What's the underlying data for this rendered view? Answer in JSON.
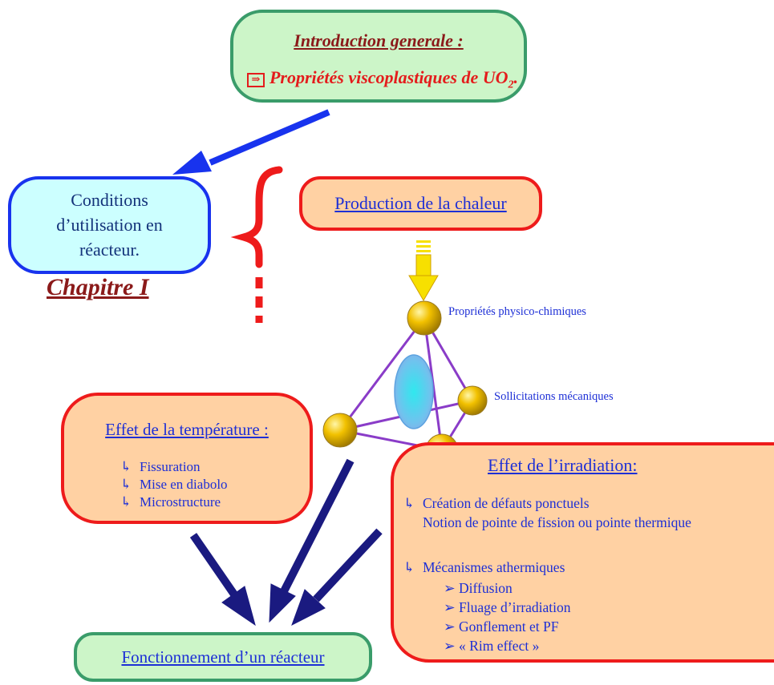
{
  "intro": {
    "title": "Introduction generale :",
    "subtitle_icon": "boxed-arrow-icon",
    "subtitle_main": "Propriétés viscoplastiques de UO",
    "subtitle_sub": "2",
    "subtitle_end": "."
  },
  "conditions": {
    "lines": [
      "Conditions",
      "d’utilisation en",
      "réacteur."
    ]
  },
  "chapter": "Chapitre I",
  "production": "Production de la chaleur",
  "vertex_labels": {
    "top": "Propriétés physico-chimiques",
    "right": "Sollicitations mécaniques"
  },
  "temperature": {
    "title": "Effet de la température :",
    "bullet_icon": "curved-arrow-bullet-icon",
    "bullet_glyph": "↳",
    "items": [
      "Fissuration",
      "Mise en diabolo",
      "Microstructure"
    ]
  },
  "irradiation": {
    "title": "Effet de l’irradiation:",
    "item1": "Création de défauts ponctuels",
    "item1_note": "Notion de pointe de fission ou pointe thermique",
    "item2": "Mécanismes athermiques",
    "subitem_glyph": "➢",
    "subitems": [
      "Diffusion",
      "Fluage d’irradiation",
      "Gonflement et PF",
      "« Rim effect »"
    ]
  },
  "fonctionnement": "Fonctionnement d’un réacteur",
  "colors": {
    "red_border": "#ee1b1b",
    "green_border": "#3a9c6a",
    "blue_border": "#1833ee",
    "orange_fill": "#ffd1a3",
    "green_fill": "#ccf5c8",
    "cyan_fill": "#ccffff",
    "text_blue": "#1d2fd6",
    "title_dark_red": "#8b1a1a",
    "arrow_navy": "#1a1a80",
    "arrow_blue": "#1833ee",
    "arrow_yellow": "#f7e000",
    "sphere_yellow": "#f2c100",
    "edge_purple": "#8a3cc8"
  }
}
